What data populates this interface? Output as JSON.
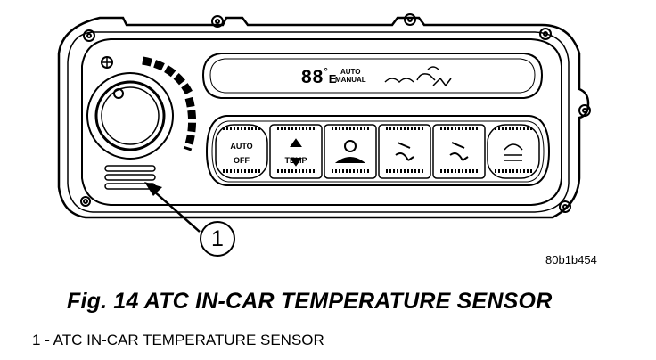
{
  "panel": {
    "display": {
      "digits": "88",
      "deg_sign": "°",
      "unit": "E",
      "mode_auto": "AUTO",
      "mode_manual": "MANUAL"
    },
    "buttons": [
      {
        "id": "auto-off",
        "top": "AUTO",
        "bottom": "OFF"
      },
      {
        "id": "temp",
        "top": "",
        "bottom": "TEMP"
      },
      {
        "id": "blower",
        "top": "",
        "bottom": ""
      },
      {
        "id": "mode-panel",
        "top": "",
        "bottom": ""
      },
      {
        "id": "mode-floor",
        "top": "",
        "bottom": ""
      },
      {
        "id": "defrost",
        "top": "",
        "bottom": ""
      }
    ]
  },
  "callout": {
    "number": "1"
  },
  "figure_id": "80b1b454",
  "caption": "Fig. 14 ATC IN-CAR TEMPERATURE SENSOR",
  "legend": [
    {
      "number": "1",
      "text": "ATC IN-CAR TEMPERATURE SENSOR"
    }
  ]
}
